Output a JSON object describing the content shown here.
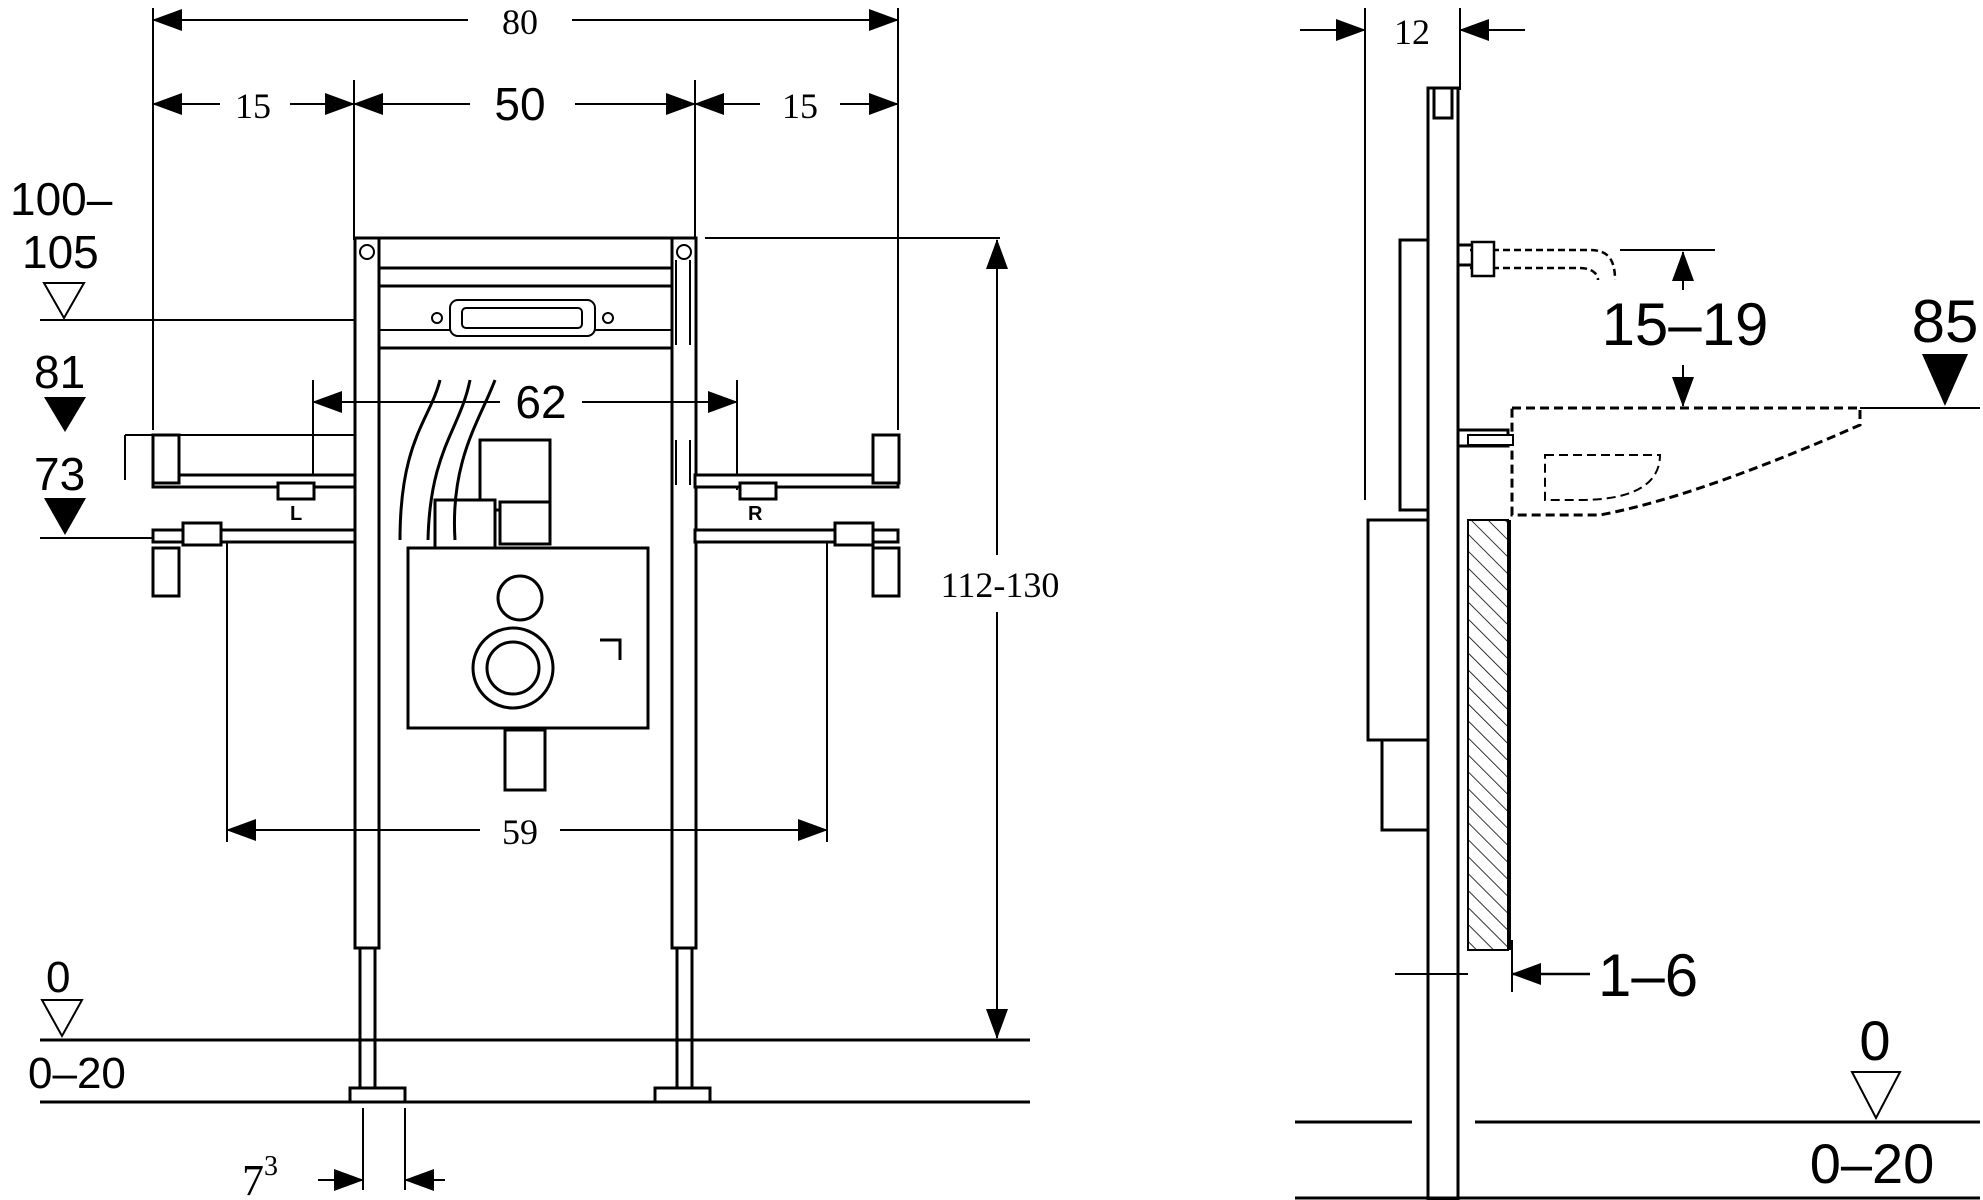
{
  "front_view": {
    "overall_width": "80",
    "left_offset": "15",
    "center_width": "50",
    "right_offset": "15",
    "flush_plate_height": "100–\n105",
    "flush_plate_height_line1": "100–",
    "flush_plate_height_line2": "105",
    "level_81": "81",
    "level_73": "73",
    "grab_bar_spacing": "62",
    "bracket_left_label": "L",
    "bracket_right_label": "R",
    "frame_height": "112-130",
    "fixing_spacing": "59",
    "floor_level": "0",
    "floor_adjust": "0–20",
    "foot_width_base": "7",
    "foot_width_sup": "3"
  },
  "side_view": {
    "frame_depth": "12",
    "tap_clearance": "15–19",
    "basin_height": "85",
    "wall_thickness": "1–6",
    "floor_level": "0",
    "floor_adjust": "0–20"
  }
}
